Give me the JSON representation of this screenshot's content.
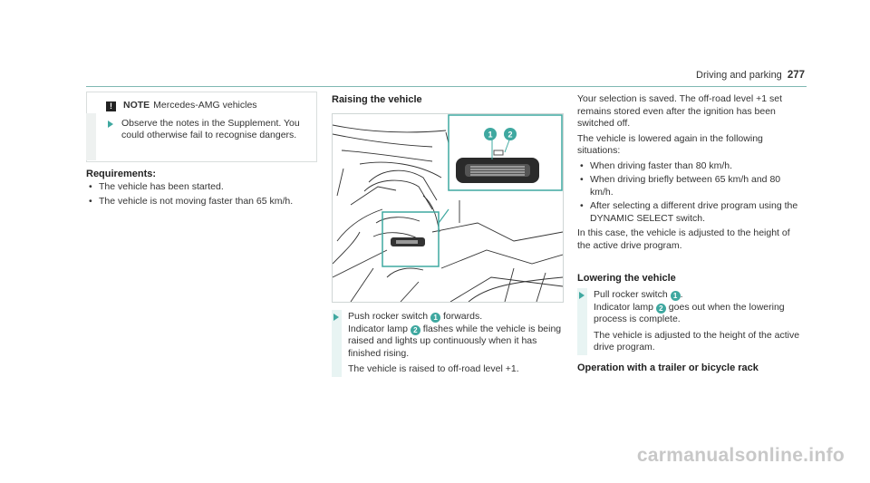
{
  "header": {
    "section": "Driving and parking",
    "page_number": "277"
  },
  "note": {
    "icon": "exclamation-icon",
    "label": "NOTE",
    "title": "Mercedes-AMG vehicles",
    "instruction": "Observe the notes in the Supplement. You could otherwise fail to recognise dangers."
  },
  "requirements": {
    "heading": "Requirements:",
    "items": [
      "The vehicle has been started.",
      "The vehicle is not moving faster than 65 km/h."
    ]
  },
  "raising": {
    "heading": "Raising the vehicle",
    "figure_callouts": [
      "1",
      "2"
    ],
    "step_prefix": "Push rocker switch",
    "step_suffix": "forwards.",
    "lamp_prefix": "Indicator lamp",
    "lamp_suffix": "flashes while the vehicle is being raised and lights up continuously when it has finished rising.",
    "result": "The vehicle is raised to off-road level +1."
  },
  "right_column": {
    "para1": "Your selection is saved. The off-road level +1 set remains stored even after the ignition has been switched off.",
    "para2": "The vehicle is lowered again in the following situations:",
    "items": [
      "When driving faster than 80 km/h.",
      "When driving briefly between 65 km/h and 80 km/h.",
      "After selecting a different drive program using the DYNAMIC SELECT switch."
    ],
    "para3": "In this case, the vehicle is adjusted to the height of the active drive program."
  },
  "lowering": {
    "heading": "Lowering the vehicle",
    "step_prefix": "Pull rocker switch",
    "step_suffix": ".",
    "lamp_prefix": "Indicator lamp",
    "lamp_suffix": "goes out when the lowering process is complete.",
    "result": "The vehicle is adjusted to the height of the active drive program."
  },
  "trailer": {
    "heading": "Operation with a trailer or bicycle rack"
  },
  "watermark": "carmanualsonline.info",
  "colors": {
    "accent": "#3fa8a0",
    "rule": "#7fb8b3",
    "step_bar": "#e8f4f3"
  }
}
